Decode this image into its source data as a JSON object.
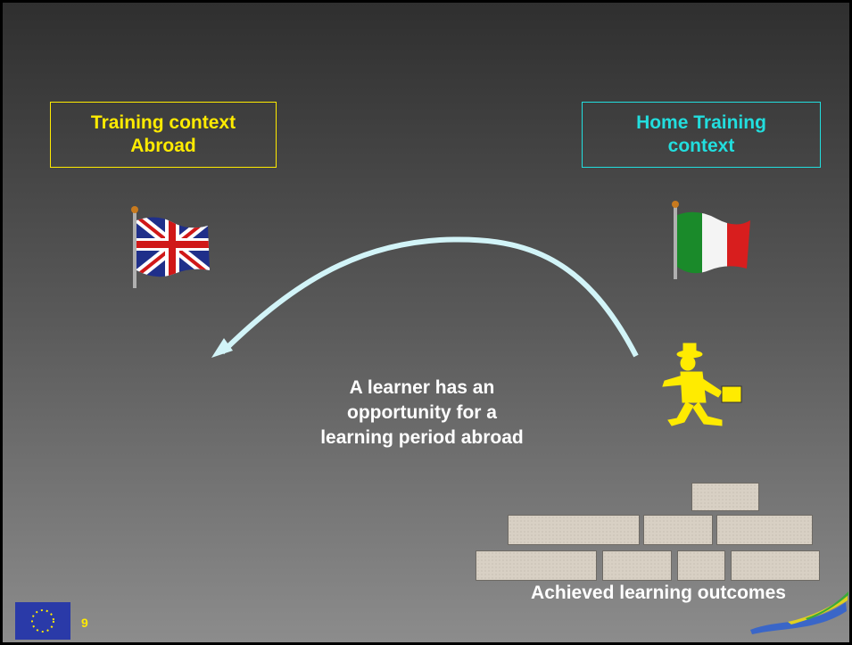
{
  "context_abroad": {
    "label": "Training context\nAbroad",
    "color": "#ffeb00"
  },
  "context_home": {
    "label": "Home Training\ncontext",
    "color": "#22dede"
  },
  "caption": "A learner has an\nopportunity for a\nlearning period abroad",
  "outcomes_label": "Achieved learning outcomes",
  "page_number": "9",
  "colors": {
    "arrow": "#d2f4f8",
    "figure": "#ffeb00",
    "eu_blue": "#2a3aa8"
  },
  "icons": [
    "uk-flag-icon",
    "italy-flag-icon",
    "walking-learner-icon",
    "eu-flag-icon",
    "programme-logo-icon"
  ]
}
